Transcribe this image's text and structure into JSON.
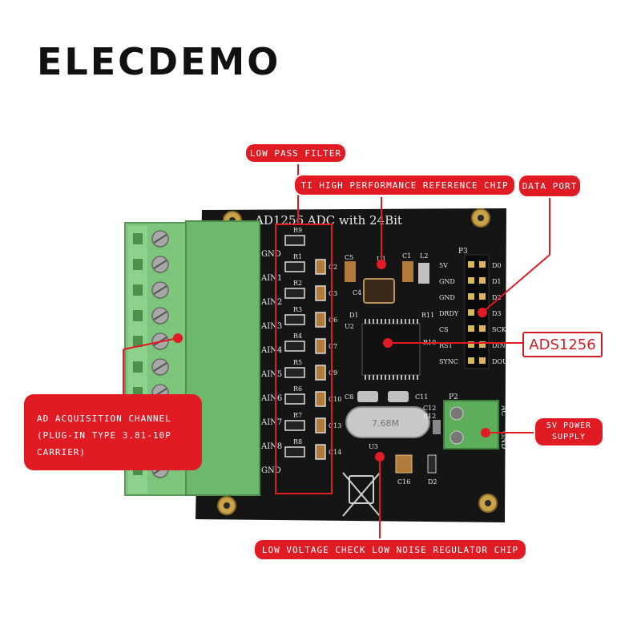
{
  "brand": "ELECDEMO",
  "board": {
    "title": "AD1256  ADC  with 24Bit",
    "left_pins": [
      "GND",
      "AIN1",
      "AIN2",
      "AIN3",
      "AIN4",
      "AIN5",
      "AIN6",
      "AIN7",
      "AIN8",
      "GND"
    ],
    "resistors": [
      "R9",
      "R1",
      "R2",
      "R3",
      "R4",
      "R5",
      "R6",
      "R7",
      "R8"
    ],
    "caps": [
      "C2",
      "C3",
      "C6",
      "C7",
      "C9",
      "C10",
      "C13",
      "C14"
    ],
    "p3_pins_left": [
      "5V",
      "GND",
      "GND",
      "DRDY",
      "CS",
      "RST",
      "SYNC"
    ],
    "p3_pins_right": [
      "D0",
      "D1",
      "D2",
      "D3",
      "SCK",
      "DIN",
      "DOUT"
    ],
    "labels": {
      "u1": "U1",
      "u2": "U2",
      "u3": "U3",
      "c5": "C5",
      "c4": "C4",
      "c1": "C1",
      "l2": "L2",
      "d1": "D1",
      "r11": "R11",
      "r10": "R10",
      "c8": "C8",
      "c11": "C11",
      "c12": "C12",
      "r12": "R12",
      "c16": "C16",
      "d2": "D2",
      "p2": "P2",
      "p3": "P3",
      "ac": "AC",
      "gnd": "GND",
      "xtal": "7.68M"
    }
  },
  "callouts": {
    "low_pass": "LOW PASS FILTER",
    "ti_ref": "TI HIGH PERFORMANCE REFERENCE CHIP",
    "data_port": "DATA PORT",
    "ads": "ADS1256",
    "power": "5V POWER SUPPLY",
    "regulator": "LOW VOLTAGE CHECK LOW NOISE REGULATOR CHIP",
    "ad_channel_line1": "AD ACQUISITION CHANNEL",
    "ad_channel_line2": "(PLUG-IN TYPE 3.81-10P",
    "ad_channel_line3": "CARRIER)"
  },
  "colors": {
    "pcb": "#141414",
    "terminal": "#7cc57a",
    "callout": "#e01b24",
    "mount_hole": "#c9a24a"
  }
}
